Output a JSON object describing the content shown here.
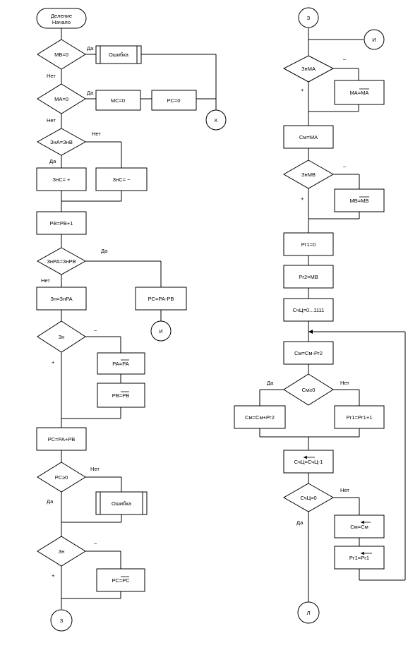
{
  "flowchart": {
    "nodes": {
      "start": "Деление Начало",
      "mb_zero": "МВ=0",
      "error_1": "Ошибка",
      "ma_zero": "МА=0",
      "mc_zero": "МС=0",
      "pc_zero": "РС=0",
      "k": "К",
      "zna_eq_znb": "ЗнА=ЗнВ",
      "znc_plus": "ЗнС= +",
      "znc_minus": "ЗнС= −",
      "pb_inc": "РВ=РВ+1",
      "znpa_eq_znpb": "ЗнРА=ЗнРВ",
      "zn_eq_znpa": "Зн=ЗнРА",
      "pc_pa_minus_pb": "РС=РА-РВ",
      "i_left": "И",
      "zn_1": "Зн",
      "pa_inv": "РА=",
      "pa_inv_operand": "РА",
      "pb_inv": "РВ=",
      "pb_inv_operand": "РВ",
      "pc_pa_plus_pb": "РС=РА+РВ",
      "pc_ge_0": "РС≥0",
      "error_2": "Ошибка",
      "zn_2": "Зн",
      "pc_inv": "РС=",
      "pc_inv_operand": "РС",
      "z_bottom": "З",
      "z_top": "З",
      "i_right": "И",
      "znma": "ЗнМА",
      "ma_inv": "МА=",
      "ma_inv_operand": "МА",
      "cm_ma": "См=МА",
      "znmb": "ЗнМВ",
      "mb_inv": "МВ=",
      "mb_inv_operand": "МВ",
      "rg1_zero": "Рг1=0",
      "rg2_mb": "Рг2=МВ",
      "counter_init": "СчЦ=0...1111",
      "cm_minus_rg2": "См=См-Рг2",
      "cm_ge_0": "См≥0",
      "cm_plus_rg2": "См=См+Рг2",
      "rg1_inc": "Рг1=Рг1+1",
      "counter_dec": "СчЦ=",
      "counter_dec_operand": "СчЦ",
      "counter_dec_tail": "-1",
      "counter_zero": "СчЦ=0",
      "shift_cm": "См=",
      "shift_cm_operand": "См",
      "shift_rg1": "Рг1=",
      "shift_rg1_operand": "Рг1",
      "l_end": "Л"
    },
    "edge_labels": {
      "mb_zero_yes": "Да",
      "mb_zero_no": "Нет",
      "ma_zero_yes": "Да",
      "ma_zero_no": "Нет",
      "zna_no": "Нет",
      "zna_yes": "Да",
      "znpa_yes": "Да",
      "znpa_no": "Нет",
      "zn1_minus": "–",
      "zn1_plus": "+",
      "pc_ge_no": "Нет",
      "pc_ge_yes": "Да",
      "zn2_minus": "–",
      "zn2_plus": "+",
      "znma_minus": "–",
      "znma_plus": "+",
      "znmb_minus": "–",
      "znmb_plus": "+",
      "cm_ge_yes": "Да",
      "cm_ge_no": "Нет",
      "counter_no": "Нет",
      "counter_yes": "Да"
    }
  }
}
